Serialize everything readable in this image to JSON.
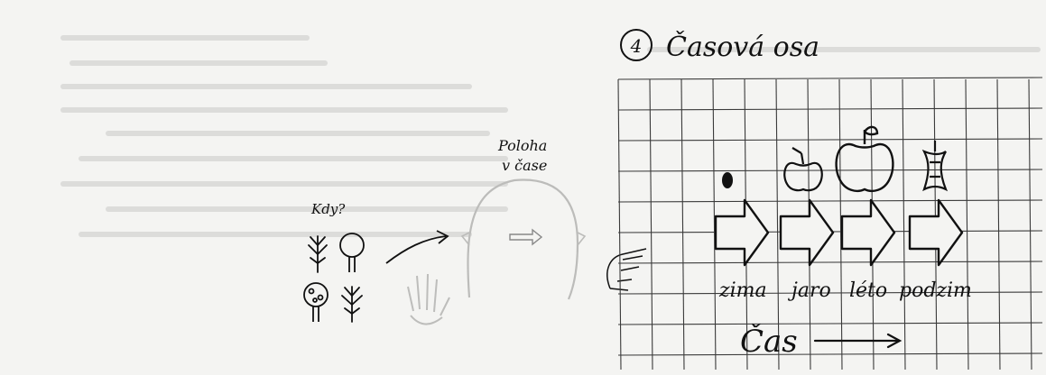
{
  "left_sketch": {
    "question": "Kdy?",
    "head_label_line1": "Poloha",
    "head_label_line2": "v čase"
  },
  "timeline": {
    "number": "4",
    "title": "Časová osa",
    "seasons": [
      "zima",
      "jaro",
      "léto",
      "podzim"
    ],
    "stages": [
      "seed-icon",
      "small-apple-icon",
      "big-apple-icon",
      "apple-core-icon"
    ],
    "axis_label": "Čas"
  },
  "colors": {
    "paper": "#f4f4f2",
    "ink": "#111111",
    "grid": "#3a3a3a"
  }
}
